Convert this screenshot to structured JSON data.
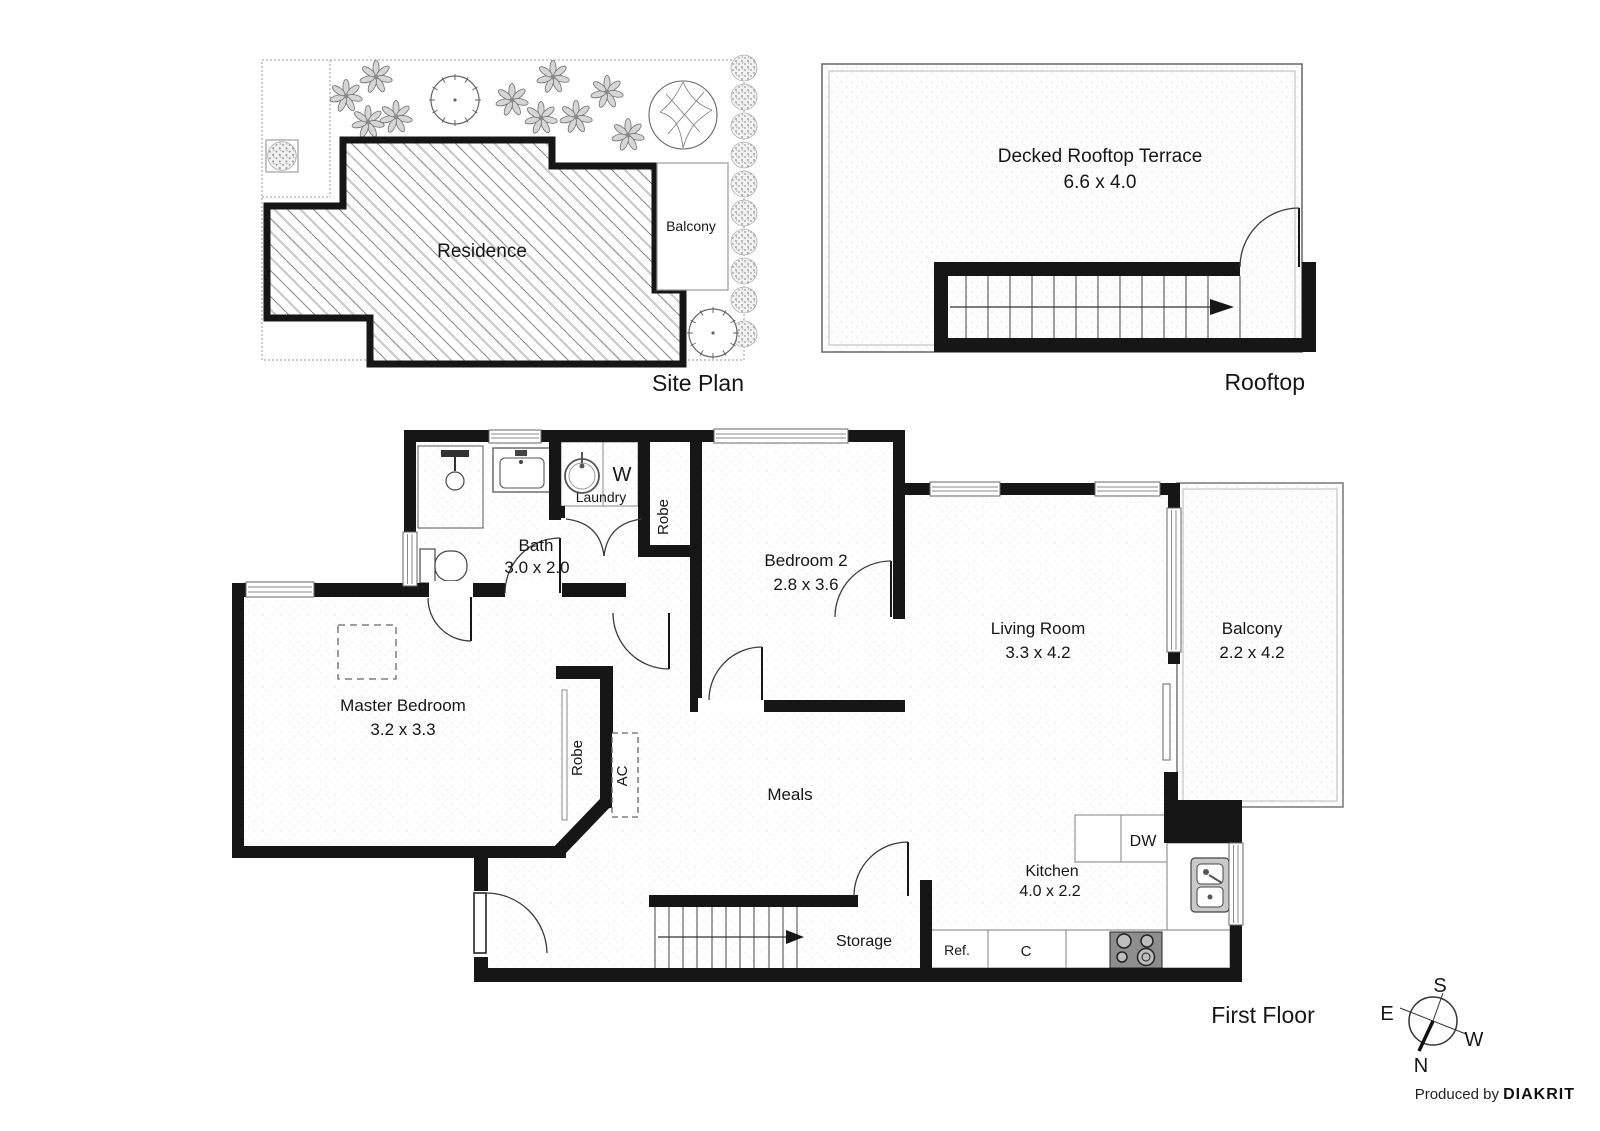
{
  "site_plan": {
    "residence": "Residence",
    "balcony": "Balcony",
    "title": "Site Plan"
  },
  "rooftop": {
    "terrace": "Decked Rooftop Terrace",
    "terrace_size": "6.6 x 4.0",
    "title": "Rooftop"
  },
  "first_floor": {
    "title": "First Floor",
    "bath": {
      "name": "Bath",
      "size": "3.0 x 2.0"
    },
    "laundry": {
      "name": "Laundry",
      "washer": "W"
    },
    "robe_hall": {
      "name": "Robe"
    },
    "bedroom2": {
      "name": "Bedroom 2",
      "size": "2.8 x 3.6"
    },
    "living_room": {
      "name": "Living Room",
      "size": "3.3 x 4.2"
    },
    "balcony": {
      "name": "Balcony",
      "size": "2.2 x 4.2"
    },
    "master_bedroom": {
      "name": "Master Bedroom",
      "size": "3.2 x 3.3"
    },
    "robe_master": {
      "name": "Robe"
    },
    "ac": {
      "name": "AC"
    },
    "meals": {
      "name": "Meals"
    },
    "storage": {
      "name": "Storage"
    },
    "kitchen": {
      "name": "Kitchen",
      "size": "4.0 x 2.2",
      "dishwasher": "DW",
      "refrigerator": "Ref.",
      "cupboard": "C"
    }
  },
  "compass": {
    "n": "N",
    "s": "S",
    "e": "E",
    "w": "W"
  },
  "credit": {
    "produced_by": "Produced by ",
    "brand": "DIAKRIT"
  },
  "colors": {
    "wall": "#161616",
    "hatch_dark": "#8a8a8a",
    "hatch_light": "#c8c8c8"
  }
}
